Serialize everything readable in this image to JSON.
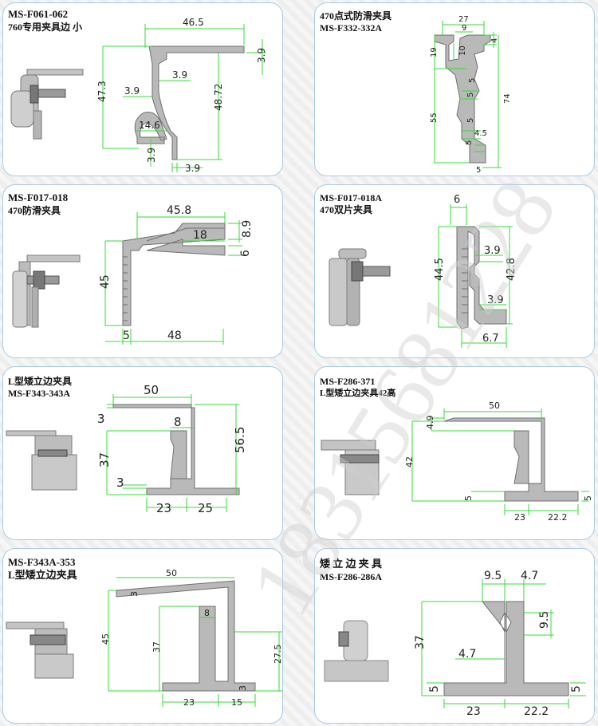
{
  "colors": {
    "dimension": "#33dd33",
    "profile": "#b9b9b9",
    "outline": "#6f6f6f",
    "border": "#a9cbe3",
    "watermark": "#cfcfcf"
  },
  "watermark": "18315681228",
  "panels": [
    {
      "title1": "MS-F061-062",
      "title2": "760专用夹具边 小",
      "dims": [
        "46.5",
        "3.9",
        "47.3",
        "3.9",
        "3.9",
        "48.72",
        "14.6",
        "3.9",
        "3.9"
      ]
    },
    {
      "title1": "470点式防滑夹具",
      "title2": "MS-F332-332A",
      "dims": [
        "27",
        "9",
        "19",
        "10",
        "4",
        "5",
        "55",
        "5",
        "74",
        "5",
        "4.5",
        "5",
        "5"
      ]
    },
    {
      "title1": "MS-F017-018",
      "title2": "470防滑夹具",
      "dims": [
        "45.8",
        "18",
        "8.9",
        "6",
        "45",
        "5",
        "48"
      ]
    },
    {
      "title1": "MS-F017-018A",
      "title2": "470双片夹具",
      "dims": [
        "6",
        "3.9",
        "44.5",
        "42.8",
        "3.9",
        "6.7"
      ]
    },
    {
      "title1": "L型矮立边夹具",
      "title2": "MS-F343-343A",
      "dims": [
        "50",
        "3",
        "8",
        "37",
        "56.5",
        "3",
        "23",
        "25"
      ]
    },
    {
      "title1": "MS-F286-371",
      "title2": "L型矮立边夹具42高",
      "dims": [
        "50",
        "4.9",
        "42",
        "5",
        "23",
        "22.2",
        "5"
      ]
    },
    {
      "title1": "MS-F343A-353",
      "title2": "L型矮立边夹具",
      "dims": [
        "50",
        "3",
        "8",
        "45",
        "37",
        "27.5",
        "3",
        "23",
        "15"
      ]
    },
    {
      "title1": "矮 立 边 夹 具",
      "title2": "MS-F286-286A",
      "dims": [
        "9.5",
        "4.7",
        "9.5",
        "37",
        "4.7",
        "5",
        "23",
        "22.2",
        "5"
      ]
    }
  ]
}
